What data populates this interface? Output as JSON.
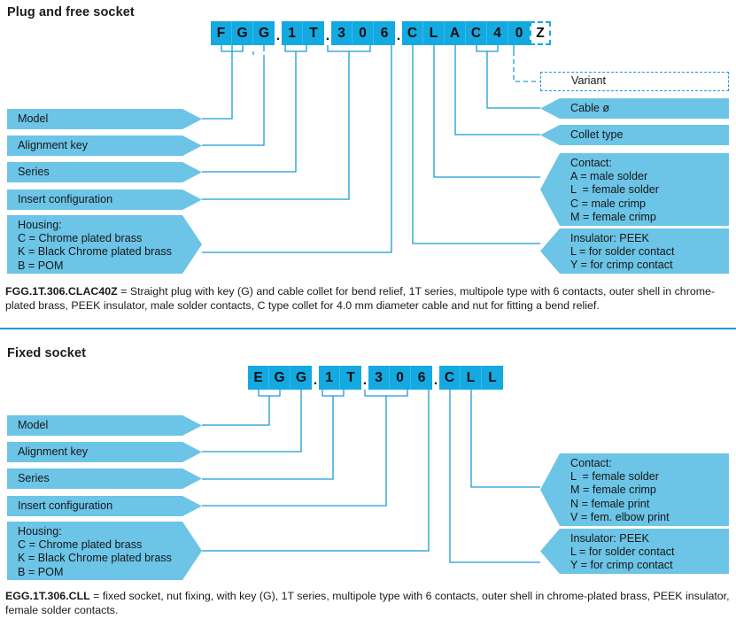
{
  "sections": [
    {
      "id": "plug",
      "title": "Plug and free socket",
      "code": "FGG.1T.306.CLAC40Z",
      "code_chars": [
        "F",
        "G",
        "G",
        ".",
        "1",
        "T",
        ".",
        "3",
        "0",
        "6",
        ".",
        "C",
        "L",
        "A",
        "C",
        "4",
        "0",
        "Z"
      ],
      "left_labels": [
        {
          "name": "model",
          "text": "Model"
        },
        {
          "name": "alignment-key",
          "text": "Alignment key"
        },
        {
          "name": "series",
          "text": "Series"
        },
        {
          "name": "insert-configuration",
          "text": "Insert configuration"
        },
        {
          "name": "housing",
          "text": "Housing:\nC = Chrome plated brass\nK = Black Chrome plated brass\nB = POM"
        }
      ],
      "right_labels": [
        {
          "name": "variant",
          "text": "Variant",
          "style": "dashed"
        },
        {
          "name": "cable-diameter",
          "text": "Cable ø",
          "style": "solid"
        },
        {
          "name": "collet-type",
          "text": "Collet type",
          "style": "solid"
        },
        {
          "name": "contact",
          "text": "Contact:\nA = male solder\nL  = female solder\nC = male crimp\nM = female crimp",
          "style": "solid"
        },
        {
          "name": "insulator",
          "text": "Insulator: PEEK\nL = for solder contact\nY = for crimp contact",
          "style": "solid"
        }
      ],
      "caption_code": "FGG.1T.306.CLAC40Z",
      "caption_text": " = Straight plug with key (G) and cable collet for bend relief, 1T series, multipole type with 6 contacts, outer shell in chrome-plated brass, PEEK insulator, male solder contacts, C type collet for 4.0 mm diameter cable and nut for fitting a bend relief."
    },
    {
      "id": "fixed",
      "title": "Fixed socket",
      "code": "EGG.1T.306.CLL",
      "code_chars": [
        "E",
        "G",
        "G",
        ".",
        "1",
        "T",
        ".",
        "3",
        "0",
        "6",
        ".",
        "C",
        "L",
        "L"
      ],
      "left_labels": [
        {
          "name": "model",
          "text": "Model"
        },
        {
          "name": "alignment-key",
          "text": "Alignment key"
        },
        {
          "name": "series",
          "text": "Series"
        },
        {
          "name": "insert-configuration",
          "text": "Insert configuration"
        },
        {
          "name": "housing",
          "text": "Housing:\nC = Chrome plated brass\nK = Black Chrome plated brass\nB = POM"
        }
      ],
      "right_labels": [
        {
          "name": "contact",
          "text": "Contact:\nL  = female solder\nM = female crimp\nN = female print\nV = fem. elbow print",
          "style": "solid"
        },
        {
          "name": "insulator",
          "text": "Insulator: PEEK\nL = for solder contact\nY = for crimp contact",
          "style": "solid"
        }
      ],
      "caption_code": "EGG.1T.306.CLL",
      "caption_text": " = fixed socket, nut fixing, with key (G), 1T series, multipole type with 6 contacts, outer shell in chrome-plated brass, PEEK insulator, female solder contacts."
    }
  ],
  "colors": {
    "code_box": "#14a9e0",
    "label_box": "#6cc4e6",
    "leader_line": "#1c9ad6",
    "text": "#1a1a1a"
  }
}
